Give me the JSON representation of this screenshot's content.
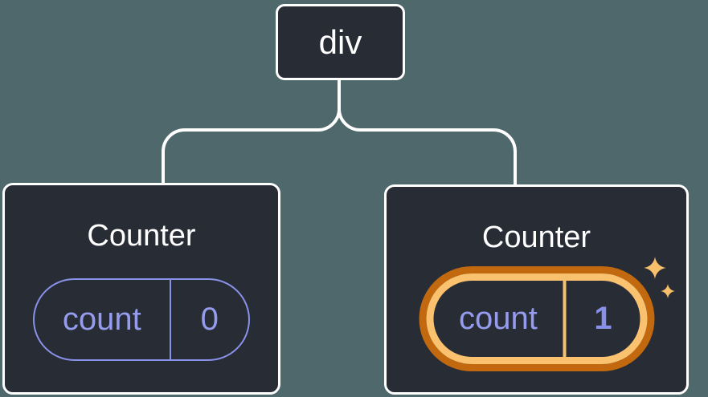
{
  "tree": {
    "root": {
      "label": "div"
    },
    "children": [
      {
        "title": "Counter",
        "state": {
          "key": "count",
          "value": "0"
        },
        "highlighted": false
      },
      {
        "title": "Counter",
        "state": {
          "key": "count",
          "value": "1"
        },
        "highlighted": true
      }
    ]
  },
  "colors": {
    "background": "#4e686c",
    "card_background": "#272c35",
    "card_border": "#ffffff",
    "connector": "#ffffff",
    "purple_accent": "#8a91e8",
    "purple_text": "#959ced",
    "purple_value_bold": "#8890ea",
    "highlight_ring_outer": "#c2690f",
    "highlight_ring_inner": "#fac26f",
    "sparkle": "#f8c06a"
  }
}
